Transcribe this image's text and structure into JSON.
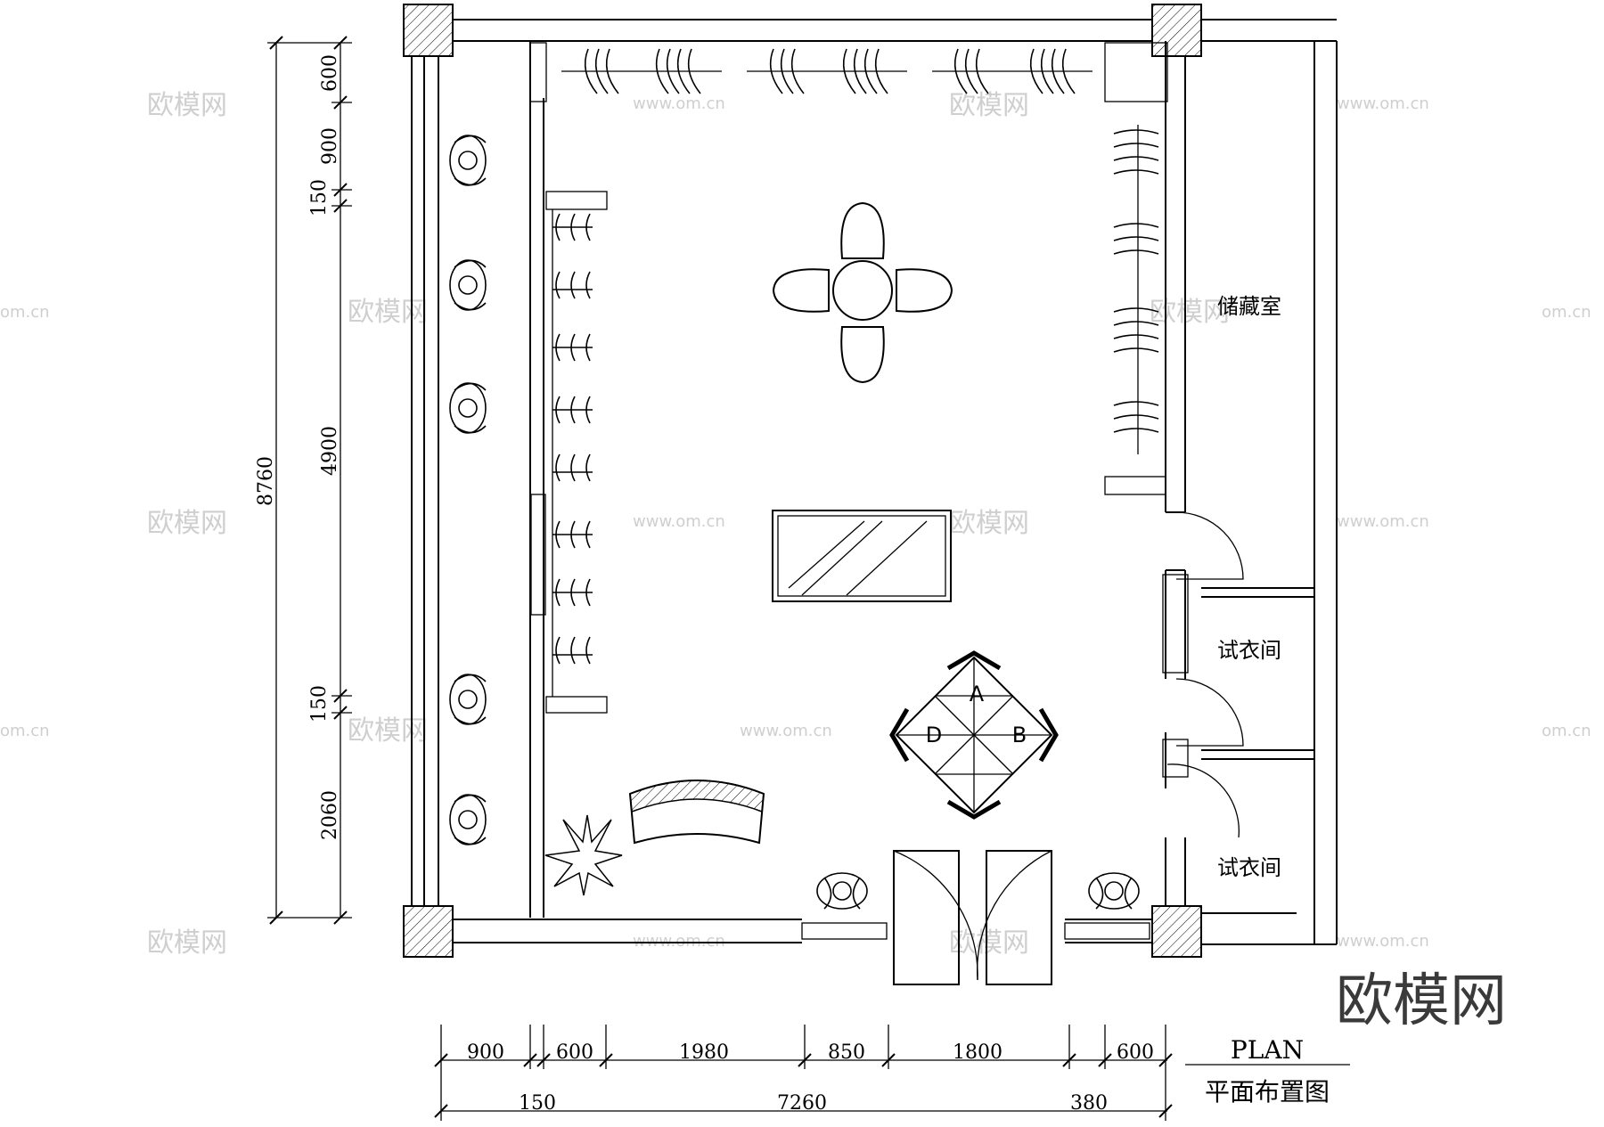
{
  "title": {
    "en": "PLAN",
    "zh": "平面布置图"
  },
  "rooms": {
    "storage": "储藏室",
    "fitting1": "试衣间",
    "fitting2": "试衣间"
  },
  "display_labels": {
    "a": "A",
    "b": "B",
    "d": "D"
  },
  "dims_left_total": "8760",
  "dims_left": [
    "600",
    "900",
    "150",
    "4900",
    "150",
    "2060"
  ],
  "dims_bottom": [
    "900",
    "600",
    "1980",
    "850",
    "1800",
    "600"
  ],
  "dims_bottom_total": [
    "150",
    "7260",
    "380"
  ],
  "watermark": {
    "brand": "欧模网",
    "url": "www.om.cn",
    "url_partial": "om.cn"
  }
}
